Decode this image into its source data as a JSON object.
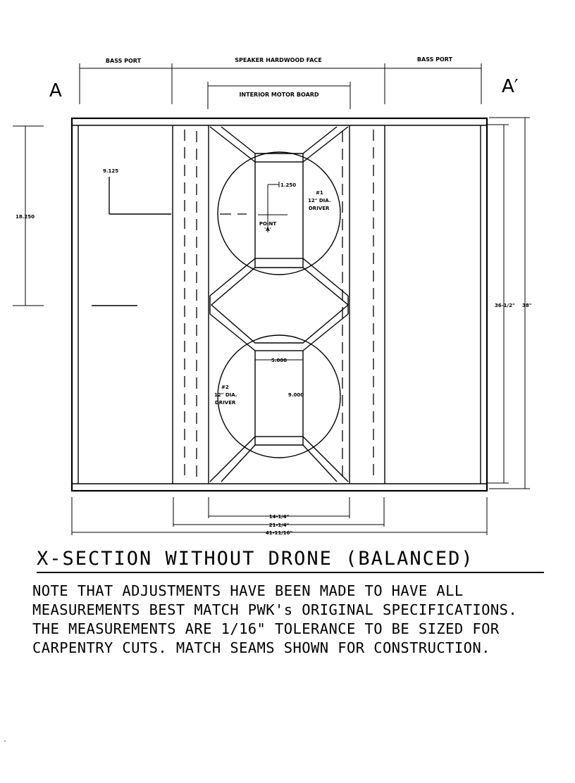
{
  "drawing": {
    "labels": {
      "bass_port_left": "BASS PORT",
      "speaker_face": "SPEAKER HARDWOOD FACE",
      "bass_port_right": "BASS PORT",
      "interior_motor_board": "INTERIOR MOTOR BOARD",
      "section_a": "A",
      "section_a_prime": "A′"
    },
    "driver_1": {
      "number": "#1",
      "size": "12\" DIA.",
      "type": "DRIVER"
    },
    "driver_2": {
      "number": "#2",
      "size": "12\" DIA.",
      "type": "DRIVER"
    },
    "point_a": {
      "line1": "POINT",
      "line2": "'A'"
    },
    "dimensions": {
      "port_offset": "9.125",
      "driver_height": "18.250",
      "point_offset": "1.250",
      "throat_width": "5.000",
      "throat_depth": "9.000",
      "height_inner": "36-1/2\"",
      "height_outer": "38\"",
      "width_motor_board": "14-1/4\"",
      "width_face": "21-1/4\"",
      "width_overall": "41-11/16\""
    }
  },
  "section_title": "X-SECTION WITHOUT DRONE (BALANCED)",
  "notes": [
    "NOTE THAT ADJUSTMENTS HAVE BEEN MADE TO HAVE ALL",
    "MEASUREMENTS BEST MATCH PWK's ORIGINAL SPECIFICATIONS.",
    "THE MEASUREMENTS ARE 1/16\" TOLERANCE TO BE SIZED FOR",
    "CARPENTRY CUTS.  MATCH SEAMS SHOWN FOR CONSTRUCTION."
  ]
}
